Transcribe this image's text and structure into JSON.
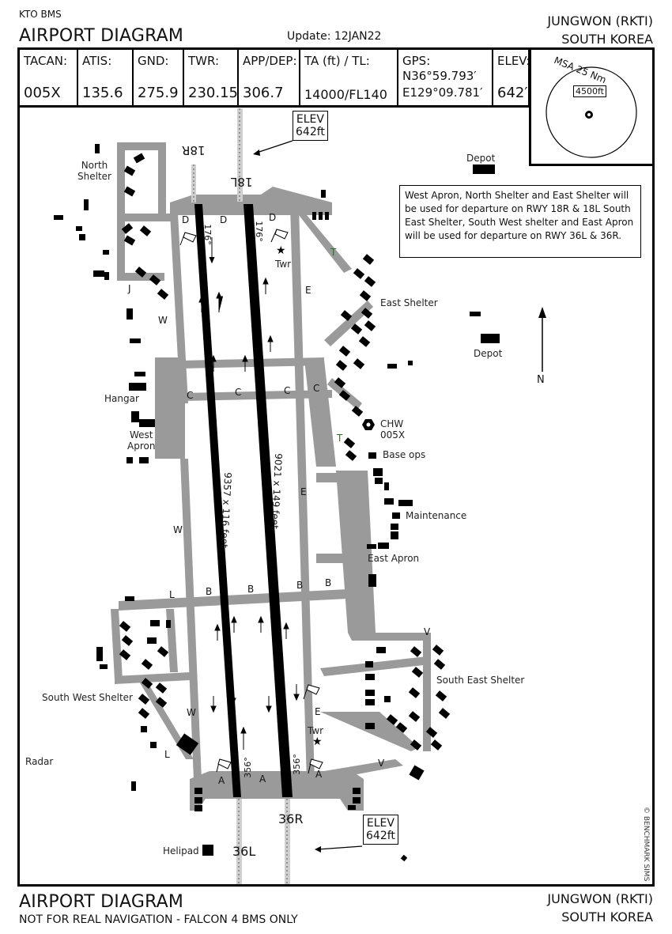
{
  "header": {
    "top_left": "KTO BMS",
    "title": "AIRPORT DIAGRAM",
    "update": "Update: 12JAN22",
    "airport": "JUNGWON (RKTI)",
    "country": "SOUTH KOREA"
  },
  "info": {
    "tacan": {
      "label": "TACAN:",
      "value": "005X"
    },
    "atis": {
      "label": "ATIS:",
      "value": "135.6"
    },
    "gnd": {
      "label": "GND:",
      "value": "275.9"
    },
    "twr": {
      "label": "TWR:",
      "value": "230.15"
    },
    "appdep": {
      "label": "APP/DEP:",
      "value": "306.7"
    },
    "ta": {
      "label": "TA (ft) / TL:",
      "value": "14000/FL140"
    },
    "gps": {
      "label": "GPS:",
      "lat": "N36°59.793′",
      "lon": "E129°09.781′"
    },
    "elev": {
      "label": "ELEV:",
      "value": "642′"
    }
  },
  "msa": {
    "title": "MSA 25 Nm",
    "altitude": "4500ft"
  },
  "note": "West Apron, North Shelter and East Shelter will be used for departure on RWY 18R & 18L South East Shelter, South West shelter and East Apron will be used for departure on RWY 36L & 36R.",
  "elev_top": {
    "line1": "ELEV",
    "line2": "642ft"
  },
  "elev_bottom": {
    "line1": "ELEV",
    "line2": "642ft"
  },
  "runways": {
    "rwy_18r": "18R",
    "rwy_18l": "18L",
    "rwy_36l": "36L",
    "rwy_36r": "36R",
    "dim_west": "9357 x 116 feet",
    "dim_east": "9021 x 149 feet",
    "hdg_176": "176°",
    "hdg_356": "356°"
  },
  "labels": {
    "north_shelter": [
      "North",
      "Shelter"
    ],
    "hangar": "Hangar",
    "west_apron": [
      "West",
      "Apron"
    ],
    "south_west_shelter": "South West Shelter",
    "radar": "Radar",
    "helipad": "Helipad",
    "east_shelter": "East Shelter",
    "depot": "Depot",
    "chw": [
      "CHW",
      "005X"
    ],
    "base_ops": "Base ops",
    "maintenance": "Maintenance",
    "east_apron": "East Apron",
    "south_east_shelter": "South East Shelter",
    "twr": "Twr",
    "north": "N",
    "copyright": "© BENCHMARK SIMS"
  },
  "taxiways": {
    "a": "A",
    "b": "B",
    "c": "C",
    "d": "D",
    "e": "E",
    "j": "J",
    "l": "L",
    "t": "T",
    "v": "V",
    "w": "W"
  },
  "footer": {
    "title": "AIRPORT DIAGRAM",
    "disclaimer": "NOT FOR REAL NAVIGATION - FALCON 4 BMS ONLY",
    "airport": "JUNGWON (RKTI)",
    "country": "SOUTH KOREA"
  },
  "colors": {
    "pavement": "#9a9a9a",
    "runway": "#000000",
    "lighting": "#cfcfcf"
  }
}
